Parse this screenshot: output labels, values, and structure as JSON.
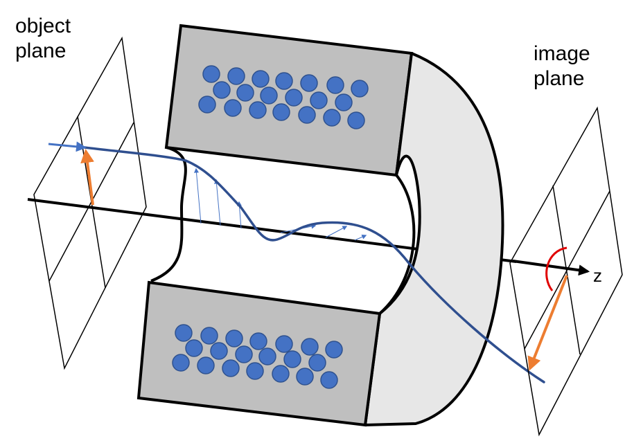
{
  "labels": {
    "object_plane_line1": "object",
    "object_plane_line2": "plane",
    "image_plane_line1": "image",
    "image_plane_line2": "plane",
    "axis": "z"
  },
  "colors": {
    "background": "#ffffff",
    "outline": "#000000",
    "coil_fill": "#bfbfbf",
    "yoke_fill": "#e7e7e7",
    "coil_winding": "#4472c4",
    "winding_stroke": "#2f528f",
    "electron_path": "#2f4f8f",
    "incoming_arrow": "#4472c4",
    "field_arrows": "#4472c4",
    "object_arrow": "#ed7d31",
    "image_arrow": "#ed7d31",
    "rotation_arc": "#e00000"
  },
  "icons": {
    "coil_winding": "circle-dot",
    "axis_arrow": "arrowhead"
  }
}
